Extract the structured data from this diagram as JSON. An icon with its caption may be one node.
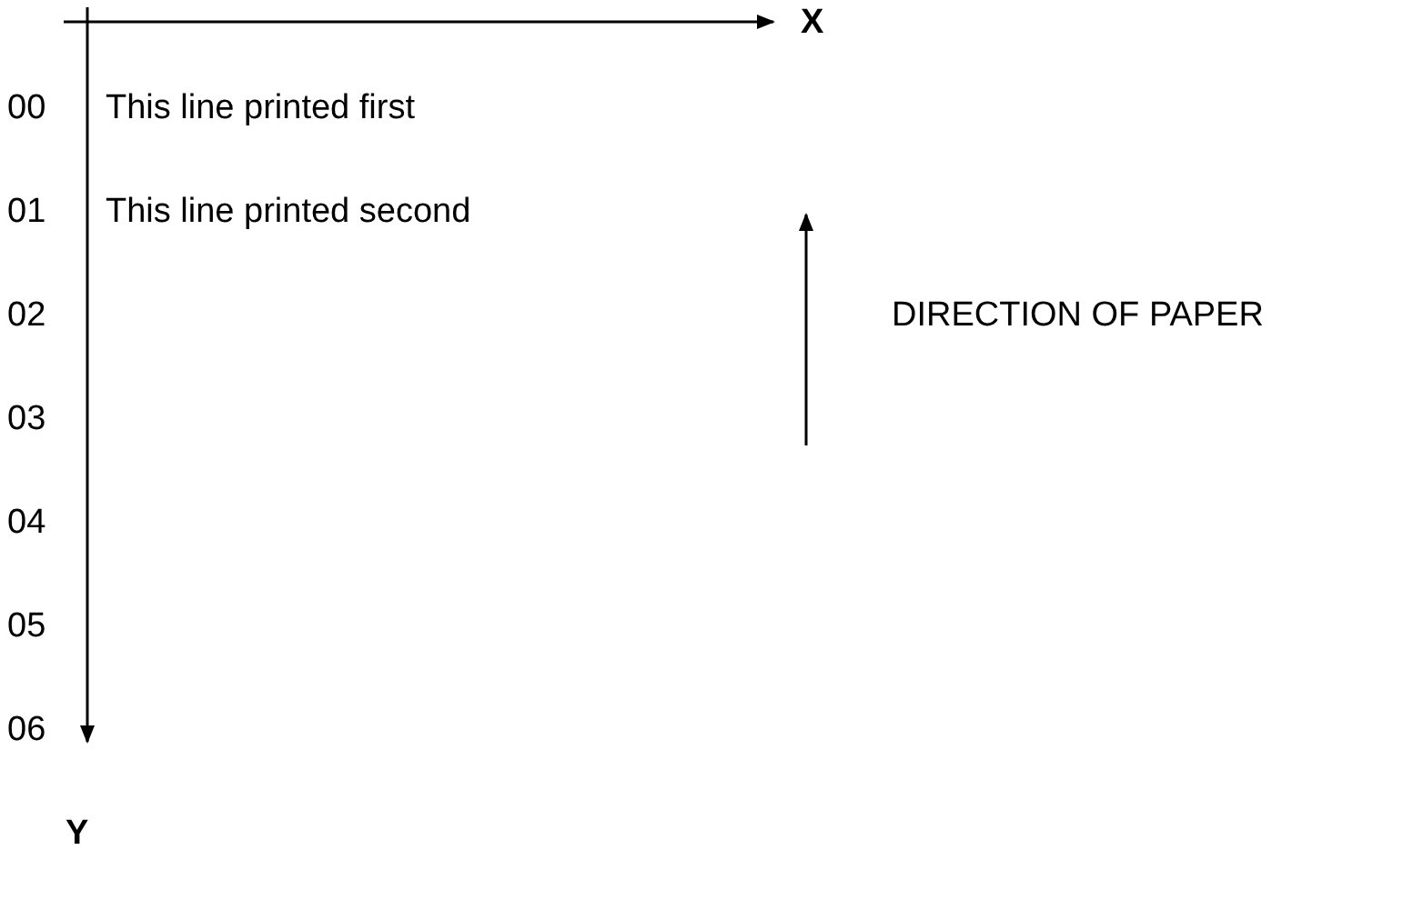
{
  "diagram": {
    "labels": [
      "X",
      "00",
      "This line printed first",
      "01",
      "This line printed second",
      "02",
      "DIRECTION OF PAPER",
      "03",
      "04",
      "05",
      "06",
      "Y"
    ]
  }
}
